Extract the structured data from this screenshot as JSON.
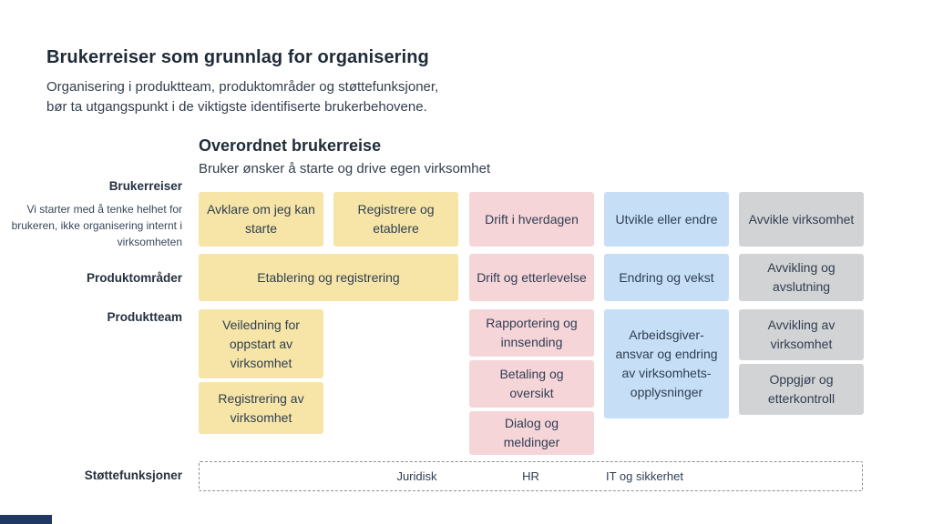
{
  "page": {
    "title": "Brukerreiser som grunnlag for organisering",
    "subtitle_line1": "Organisering i produktteam, produktområder og støttefunksjoner,",
    "subtitle_line2": "bør ta utgangspunkt i de viktigste identifiserte brukerbehovene."
  },
  "section": {
    "title": "Overordnet brukerreise",
    "subtitle": "Bruker ønsker å starte og drive egen virksomhet"
  },
  "row_labels": {
    "brukerreiser": "Brukerreiser",
    "brukerreiser_note": "Vi starter med å tenke helhet for brukeren, ikke organisering internt i virksomheten",
    "produktomrader": "Produktområder",
    "produktteam": "Produktteam",
    "stottefunksjoner": "Støttefunksjoner"
  },
  "matrix": {
    "journeys": [
      {
        "label": "Avklare om jeg kan starte",
        "color": "yellow"
      },
      {
        "label": "Registrere og etablere",
        "color": "yellow"
      },
      {
        "label": "Drift i hverdagen",
        "color": "pink"
      },
      {
        "label": "Utvikle eller endre",
        "color": "blue"
      },
      {
        "label": "Avvikle virksomhet",
        "color": "gray"
      }
    ],
    "product_areas": [
      {
        "label": "Etablering og registrering",
        "color": "yellow"
      },
      {
        "label": "Drift og etterlevelse",
        "color": "pink"
      },
      {
        "label": "Endring og vekst",
        "color": "blue"
      },
      {
        "label": "Avvikling og avslutning",
        "color": "gray"
      }
    ],
    "product_teams": [
      {
        "label": "Veiledning for oppstart av virksomhet",
        "color": "yellow"
      },
      {
        "label": "Registrering av virksomhet",
        "color": "yellow"
      },
      {
        "label": "Rapportering og innsending",
        "color": "pink"
      },
      {
        "label": "Betaling og oversikt",
        "color": "pink"
      },
      {
        "label": "Dialog og meldinger",
        "color": "pink"
      },
      {
        "label": "Arbeidsgiver-ansvar og endring av virksomhets-opplysninger",
        "color": "blue"
      },
      {
        "label": "Avvikling av virksomhet",
        "color": "gray"
      },
      {
        "label": "Oppgjør og etterkontroll",
        "color": "gray"
      }
    ]
  },
  "support": {
    "items": [
      {
        "label": "Juridisk"
      },
      {
        "label": "HR"
      },
      {
        "label": "IT og sikkerhet"
      }
    ]
  },
  "colors": {
    "yellow": "#f6e5a6",
    "pink": "#f6d5d9",
    "blue": "#c6dff6",
    "gray": "#d2d3d4",
    "navy": "#203864",
    "text": "#2f3e52"
  }
}
